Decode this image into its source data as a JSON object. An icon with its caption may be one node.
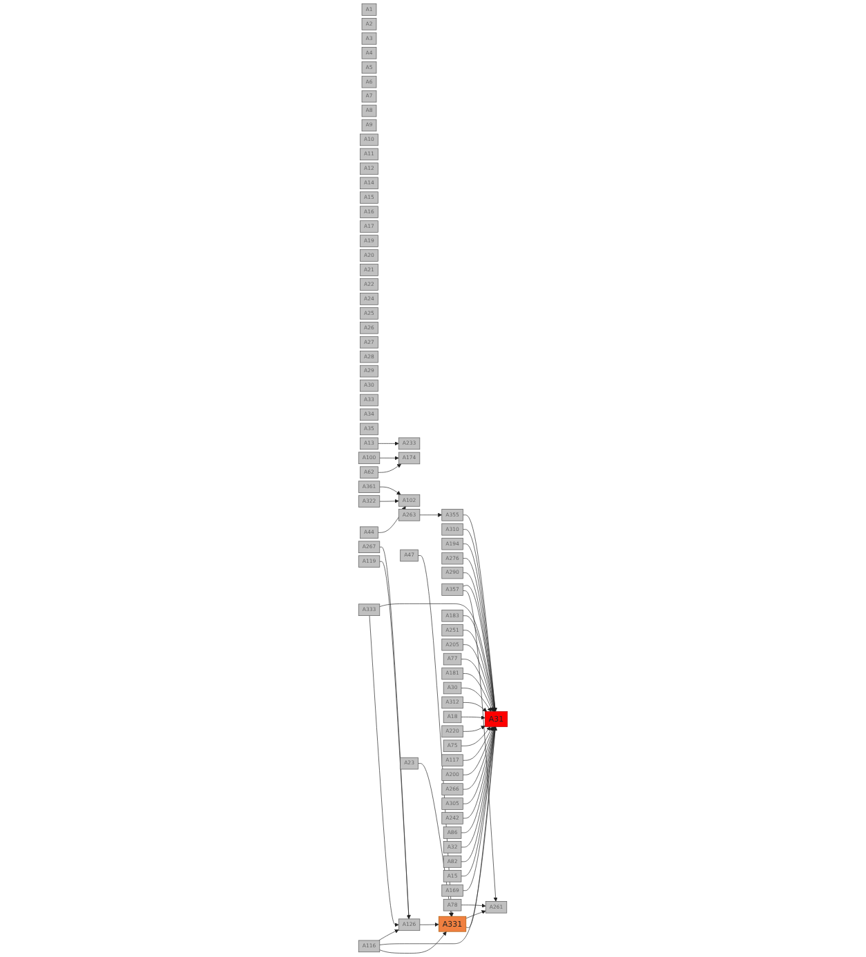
{
  "diagram": {
    "nodes": [
      {
        "text": [
          "A1"
        ]
      },
      {
        "text": [
          "A2"
        ]
      },
      {
        "text": [
          "A3"
        ]
      },
      {
        "text": [
          "A4"
        ]
      },
      {
        "text": [
          "A5"
        ]
      },
      {
        "text": [
          "A6"
        ]
      },
      {
        "text": [
          "A7"
        ]
      },
      {
        "text": [
          "A8"
        ]
      },
      {
        "text": [
          "A9"
        ]
      },
      {
        "text": [
          "A10"
        ]
      },
      {
        "text": [
          "A11"
        ]
      },
      {
        "text": [
          "A12"
        ]
      },
      {
        "text": [
          "A14"
        ]
      },
      {
        "text": [
          "A15"
        ]
      },
      {
        "text": [
          "A16"
        ]
      },
      {
        "text": [
          "A17"
        ]
      },
      {
        "text": [
          "A19"
        ]
      },
      {
        "text": [
          "A20"
        ]
      },
      {
        "text": [
          "A21"
        ]
      },
      {
        "text": [
          "A22"
        ]
      },
      {
        "text": [
          "A24"
        ]
      },
      {
        "text": [
          "A25"
        ]
      },
      {
        "text": [
          "A26"
        ]
      },
      {
        "text": [
          "A27"
        ]
      },
      {
        "text": [
          "A28"
        ]
      },
      {
        "text": [
          "A29"
        ]
      },
      {
        "text": [
          "A30"
        ]
      },
      {
        "text": [
          "A33"
        ]
      },
      {
        "text": [
          "A34"
        ]
      },
      {
        "text": [
          "A35"
        ]
      },
      {
        "text": [
          "A62"
        ]
      },
      {
        "text": [
          "A233"
        ]
      },
      {
        "text": [
          "A174"
        ]
      },
      {
        "text": [
          "A13"
        ]
      },
      {
        "text": [
          "A100"
        ]
      },
      {
        "text": [
          "A44"
        ]
      },
      {
        "text": [
          "A102"
        ]
      },
      {
        "text": [
          "A322"
        ]
      },
      {
        "text": [
          "A361"
        ]
      },
      {
        "text": [
          "A31"
        ]
      },
      {
        "text": [
          "A331"
        ]
      },
      {
        "text": [
          "A263"
        ]
      },
      {
        "text": [
          "A47"
        ]
      },
      {
        "text": [
          "A126"
        ]
      },
      {
        "text": [
          "A267"
        ]
      },
      {
        "text": [
          "A116"
        ]
      },
      {
        "text": [
          "A310"
        ]
      },
      {
        "text": [
          "A194"
        ]
      },
      {
        "text": [
          "A276"
        ]
      },
      {
        "text": [
          "A290"
        ]
      },
      {
        "text": [
          "A357"
        ]
      },
      {
        "text": [
          "A355"
        ]
      },
      {
        "text": [
          "A183"
        ]
      },
      {
        "text": [
          "A251"
        ]
      },
      {
        "text": [
          "A205"
        ]
      },
      {
        "text": [
          "A77"
        ]
      },
      {
        "text": [
          "A181"
        ]
      },
      {
        "text": [
          "A333"
        ]
      },
      {
        "text": [
          "A261"
        ]
      },
      {
        "text": [
          "A119"
        ]
      },
      {
        "text": [
          "A30"
        ]
      },
      {
        "text": [
          "A312"
        ]
      },
      {
        "text": [
          "A18"
        ]
      },
      {
        "text": [
          "A220"
        ]
      },
      {
        "text": [
          "A23"
        ]
      },
      {
        "text": [
          "A75"
        ]
      },
      {
        "text": [
          "A117"
        ]
      },
      {
        "text": [
          "A200"
        ]
      },
      {
        "text": [
          "A266"
        ]
      },
      {
        "text": [
          "A305"
        ]
      },
      {
        "text": [
          "A242"
        ]
      },
      {
        "text": [
          "A86"
        ]
      },
      {
        "text": [
          "A32"
        ]
      },
      {
        "text": [
          "A82"
        ]
      },
      {
        "text": [
          "A15"
        ]
      },
      {
        "text": [
          "A169"
        ]
      },
      {
        "text": [
          "A78"
        ]
      }
    ],
    "edges": [
      {
        "from": 30,
        "to": 32,
        "arrow": "to"
      },
      {
        "from": 34,
        "to": 32,
        "arrow": "to"
      },
      {
        "from": 33,
        "to": 31,
        "arrow": "to"
      },
      {
        "from": 35,
        "to": 36,
        "arrow": "to"
      },
      {
        "from": 37,
        "to": 36,
        "arrow": "to"
      },
      {
        "from": 38,
        "to": 36,
        "arrow": "to"
      },
      {
        "from": 41,
        "to": 51,
        "arrow": "to"
      },
      {
        "from": 40,
        "to": 39,
        "arrow": "to"
      },
      {
        "from": 45,
        "to": 40,
        "arrow": "to"
      },
      {
        "from": 45,
        "to": 39,
        "arrow": "to"
      },
      {
        "from": 42,
        "to": 40,
        "arrow": "to"
      },
      {
        "from": 43,
        "to": 40,
        "arrow": "to"
      },
      {
        "from": 64,
        "to": 40,
        "arrow": "to"
      },
      {
        "from": 45,
        "to": 43,
        "arrow": "to"
      },
      {
        "from": 57,
        "to": 43,
        "arrow": "to"
      },
      {
        "from": 59,
        "to": 43,
        "arrow": "to"
      },
      {
        "from": 44,
        "to": 43,
        "arrow": "none"
      },
      {
        "from": 40,
        "to": 58,
        "arrow": "to"
      },
      {
        "from": 76,
        "to": 58,
        "arrow": "to"
      },
      {
        "from": 50,
        "to": 58,
        "arrow": "to"
      },
      {
        "from": 57,
        "to": 39,
        "arrow": "to"
      },
      {
        "from": 46,
        "to": 39,
        "arrow": "to"
      },
      {
        "from": 47,
        "to": 39,
        "arrow": "to"
      },
      {
        "from": 48,
        "to": 39,
        "arrow": "to"
      },
      {
        "from": 49,
        "to": 39,
        "arrow": "to"
      },
      {
        "from": 50,
        "to": 39,
        "arrow": "to"
      },
      {
        "from": 51,
        "to": 39,
        "arrow": "to"
      },
      {
        "from": 52,
        "to": 39,
        "arrow": "to"
      },
      {
        "from": 53,
        "to": 39,
        "arrow": "to"
      },
      {
        "from": 54,
        "to": 39,
        "arrow": "to"
      },
      {
        "from": 55,
        "to": 39,
        "arrow": "to"
      },
      {
        "from": 56,
        "to": 39,
        "arrow": "to"
      },
      {
        "from": 60,
        "to": 39,
        "arrow": "to"
      },
      {
        "from": 61,
        "to": 39,
        "arrow": "to"
      },
      {
        "from": 62,
        "to": 39,
        "arrow": "to"
      },
      {
        "from": 63,
        "to": 39,
        "arrow": "to"
      },
      {
        "from": 65,
        "to": 39,
        "arrow": "to"
      },
      {
        "from": 66,
        "to": 39,
        "arrow": "to"
      },
      {
        "from": 67,
        "to": 39,
        "arrow": "to"
      },
      {
        "from": 68,
        "to": 39,
        "arrow": "to"
      },
      {
        "from": 69,
        "to": 39,
        "arrow": "to"
      },
      {
        "from": 70,
        "to": 39,
        "arrow": "to"
      },
      {
        "from": 71,
        "to": 39,
        "arrow": "to"
      },
      {
        "from": 72,
        "to": 39,
        "arrow": "to"
      },
      {
        "from": 73,
        "to": 39,
        "arrow": "to"
      },
      {
        "from": 74,
        "to": 39,
        "arrow": "to"
      },
      {
        "from": 75,
        "to": 39,
        "arrow": "to"
      }
    ]
  }
}
